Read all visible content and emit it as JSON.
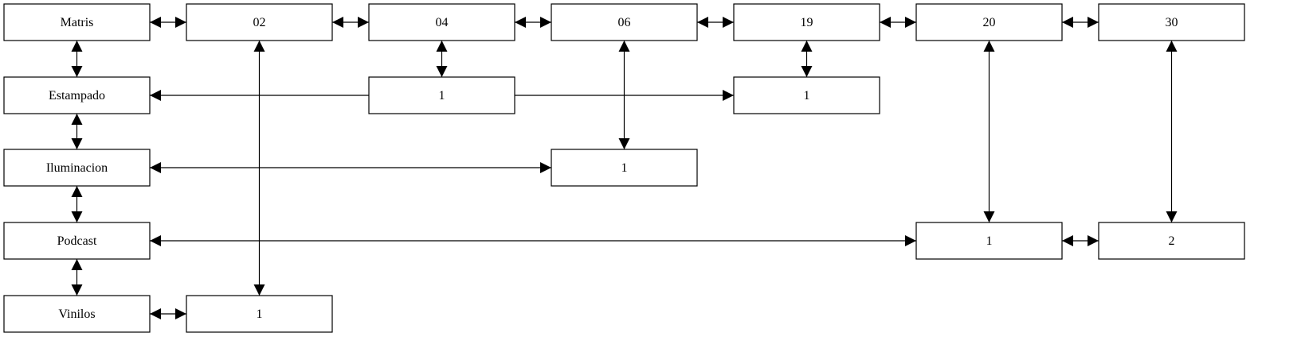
{
  "diagram": {
    "nodes": [
      {
        "id": "matris",
        "label": "Matris"
      },
      {
        "id": "n02",
        "label": "02"
      },
      {
        "id": "n04",
        "label": "04"
      },
      {
        "id": "n06",
        "label": "06"
      },
      {
        "id": "n19",
        "label": "19"
      },
      {
        "id": "n20",
        "label": "20"
      },
      {
        "id": "n30",
        "label": "30"
      },
      {
        "id": "estampado",
        "label": "Estampado"
      },
      {
        "id": "n04_1",
        "label": "1"
      },
      {
        "id": "n19_1",
        "label": "1"
      },
      {
        "id": "iluminacion",
        "label": "Iluminacion"
      },
      {
        "id": "n06_1",
        "label": "1"
      },
      {
        "id": "podcast",
        "label": "Podcast"
      },
      {
        "id": "n20_1",
        "label": "1"
      },
      {
        "id": "n30_2",
        "label": "2"
      },
      {
        "id": "vinilos",
        "label": "Vinilos"
      },
      {
        "id": "n02_1",
        "label": "1"
      }
    ],
    "edges": [
      {
        "from": "matris",
        "to": "n02",
        "arrows": "both"
      },
      {
        "from": "n02",
        "to": "n04",
        "arrows": "both"
      },
      {
        "from": "n04",
        "to": "n06",
        "arrows": "both"
      },
      {
        "from": "n06",
        "to": "n19",
        "arrows": "both"
      },
      {
        "from": "n19",
        "to": "n20",
        "arrows": "both"
      },
      {
        "from": "n20",
        "to": "n30",
        "arrows": "both"
      },
      {
        "from": "matris",
        "to": "estampado",
        "arrows": "both"
      },
      {
        "from": "estampado",
        "to": "iluminacion",
        "arrows": "both"
      },
      {
        "from": "iluminacion",
        "to": "podcast",
        "arrows": "both"
      },
      {
        "from": "podcast",
        "to": "vinilos",
        "arrows": "both"
      },
      {
        "from": "n04",
        "to": "n04_1",
        "arrows": "both"
      },
      {
        "from": "n19",
        "to": "n19_1",
        "arrows": "both"
      },
      {
        "from": "estampado",
        "to": "n19_1",
        "arrows": "both"
      },
      {
        "from": "n06",
        "to": "n06_1",
        "arrows": "both"
      },
      {
        "from": "iluminacion",
        "to": "n06_1",
        "arrows": "both"
      },
      {
        "from": "n02",
        "to": "n02_1",
        "arrows": "both"
      },
      {
        "from": "vinilos",
        "to": "n02_1",
        "arrows": "both"
      },
      {
        "from": "n20",
        "to": "n20_1",
        "arrows": "both"
      },
      {
        "from": "podcast",
        "to": "n20_1",
        "arrows": "both"
      },
      {
        "from": "n30",
        "to": "n30_2",
        "arrows": "both"
      },
      {
        "from": "n20_1",
        "to": "n30_2",
        "arrows": "both"
      }
    ]
  }
}
